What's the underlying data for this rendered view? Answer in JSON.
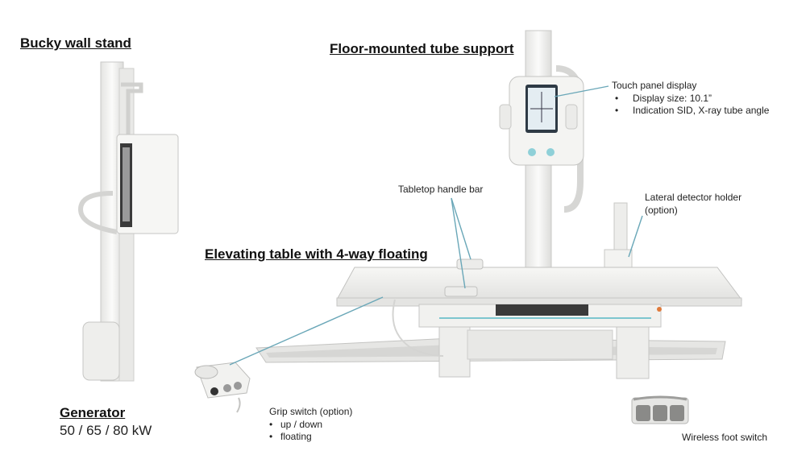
{
  "titles": {
    "bucky": "Bucky wall stand",
    "tube": "Floor-mounted tube support",
    "table": "Elevating table with 4-way floating",
    "generator": "Generator"
  },
  "generator": {
    "value": "50 / 65 / 80 kW"
  },
  "callouts": {
    "touch_panel": {
      "title": "Touch panel display",
      "items": [
        "Display size: 10.1”",
        "Indication SID, X-ray tube angle"
      ]
    },
    "handle_bar": {
      "title": "Tabletop handle bar"
    },
    "lateral": {
      "line1": "Lateral detector holder",
      "line2": "(option)"
    },
    "grip": {
      "title": "Grip switch (option)",
      "items": [
        "up / down",
        "floating"
      ]
    },
    "foot": {
      "title": "Wireless foot switch"
    }
  },
  "colors": {
    "leader_line": "#6aa7b8",
    "device_body": "#f2f2f0",
    "accent": "#7cc6cf"
  }
}
